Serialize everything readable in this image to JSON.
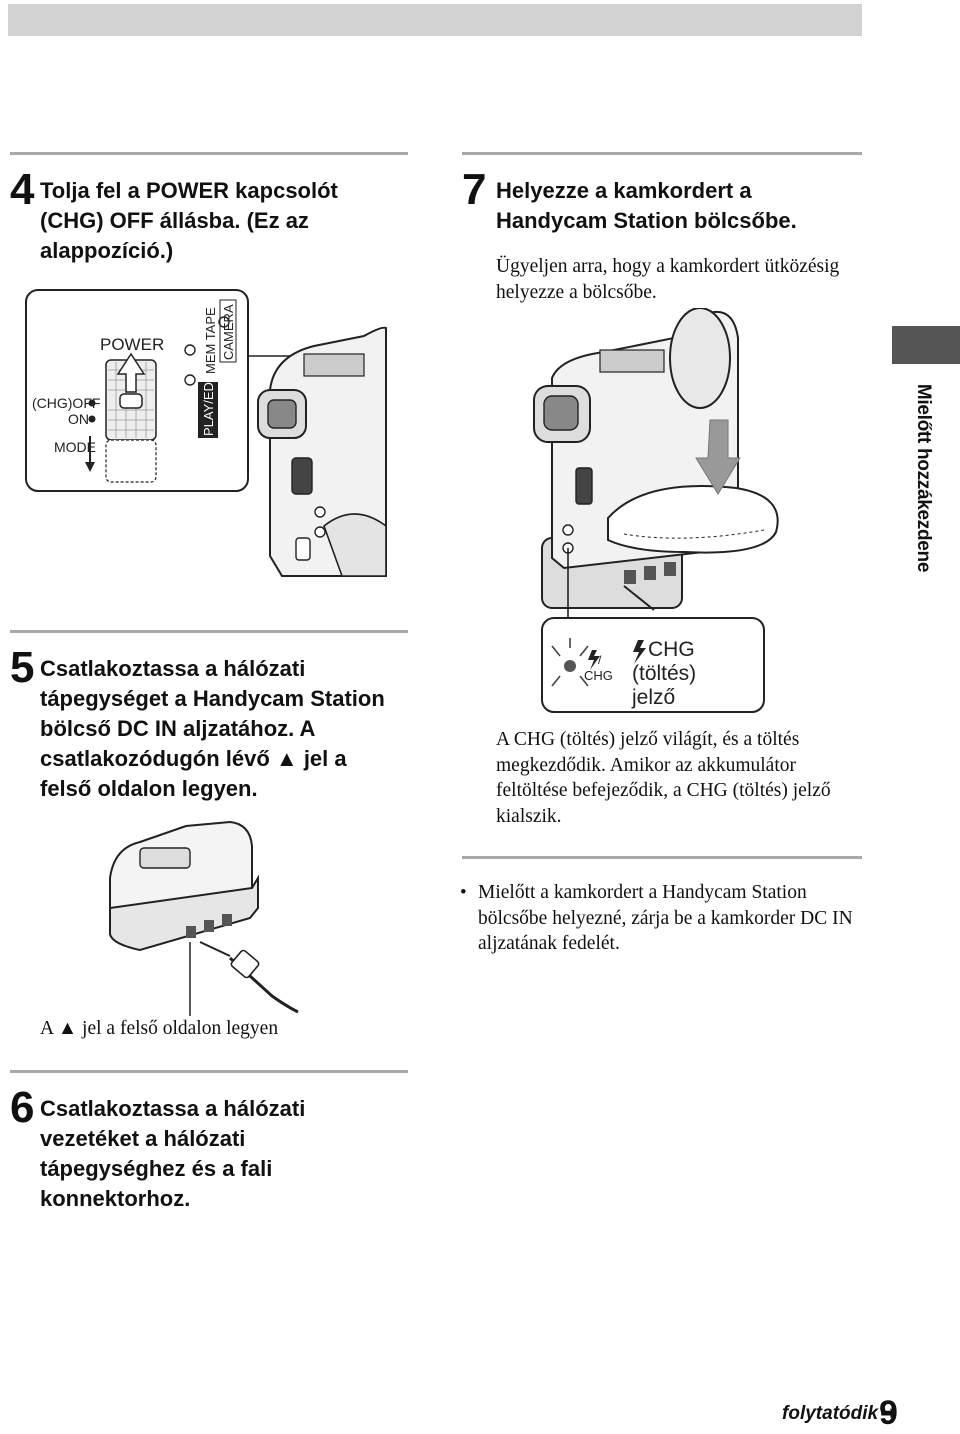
{
  "steps": {
    "s4": {
      "num": "4",
      "l1": "Tolja fel a POWER kapcsolót",
      "l2": "(CHG) OFF állásba. (Ez az",
      "l3": "alappozíció.)"
    },
    "s7": {
      "num": "7",
      "l1": "Helyezze a kamkordert a",
      "l2": "Handycam Station bölcsőbe.",
      "note1": "Ügyeljen arra, hogy a kamkordert ütközésig",
      "note2": "helyezze a bölcsőbe."
    },
    "s5": {
      "num": "5",
      "l1": "Csatlakoztassa a hálózati",
      "l2": "tápegységet a Handycam Station",
      "l3": "bölcső DC IN aljzatához. A",
      "l4": "csatlakozódugón lévő ▲ jel a",
      "l5": "felső oldalon legyen."
    },
    "s6": {
      "num": "6",
      "l1": "Csatlakoztassa a hálózati",
      "l2": "vezetéket a hálózati",
      "l3": "tápegységhez és a fali",
      "l4": "konnektorhoz."
    }
  },
  "power_switch": {
    "power": "POWER",
    "chg_off": "(CHG)OFF",
    "on": "ON",
    "mode": "MODE",
    "play_edit": "PLAY/EDIT",
    "mem_tape": "MEM TAPE",
    "camera": "CAMERA"
  },
  "chg_box": {
    "small_symbol": "/",
    "small_label": "CHG",
    "label1": "CHG",
    "label2": "(töltés)",
    "label3": "jelző"
  },
  "chg_text": {
    "l1": "A CHG (töltés) jelző világít, és a töltés",
    "l2": "megkezdődik. Amikor az akkumulátor",
    "l3": "feltöltése befejeződik, a CHG (töltés) jelző",
    "l4": "kialszik."
  },
  "bullet": {
    "l1": "Mielőtt a kamkordert a Handycam Station",
    "l2": "bölcsőbe helyezné, zárja be a kamkorder DC IN",
    "l3": "aljzatának fedelét."
  },
  "caption": "A ▲ jel a felső oldalon legyen",
  "side_tab": "Mielőtt hozzákezdene",
  "footer": {
    "continued": "folytatódik",
    "arrow": "➡",
    "page": "9"
  }
}
